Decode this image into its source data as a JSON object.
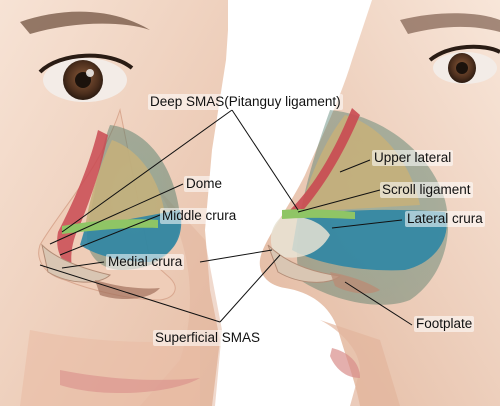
{
  "labels": {
    "deep_smas": "Deep SMAS(Pitanguy ligament)",
    "dome": "Dome",
    "middle_crura": "Middle crura",
    "medial_crura": "Medial crura",
    "superficial_smas": "Superficial SMAS",
    "upper_lateral": "Upper lateral",
    "scroll_ligament": "Scroll ligament",
    "lateral_crura": "Lateral crura",
    "footplate": "Footplate"
  },
  "colors": {
    "background": "#ffffff",
    "skin_light": "#f6e2d3",
    "skin_mid": "#e9c3ad",
    "skin_shadow": "#d59e86",
    "upper_lateral_cartilage": "#c4b07c",
    "lateral_crura_cartilage": "#2f86a4",
    "smas_green": "#4f7e6a",
    "ligament_red": "#c94a52",
    "scroll_ligament_green": "#8fc565",
    "eye_iris": "#5b3a26",
    "leader_line": "#111111",
    "label_text": "#111111"
  }
}
